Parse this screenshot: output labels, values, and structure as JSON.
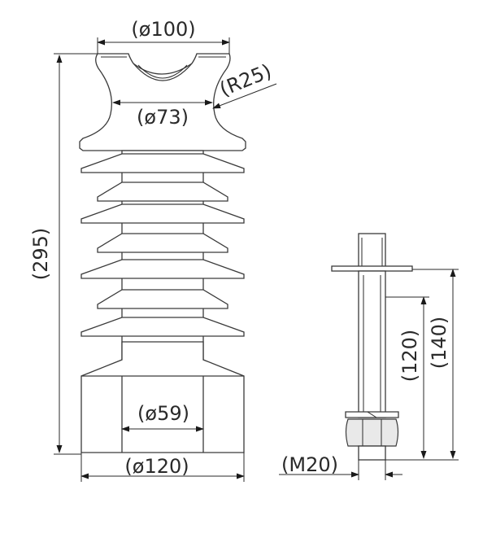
{
  "dimensions": {
    "top_diameter": "(ø100)",
    "groove_radius": "(R25)",
    "neck_diameter": "(ø73)",
    "total_height": "(295)",
    "bore_diameter": "(ø59)",
    "base_diameter": "(ø120)",
    "bolt_thread": "(M20)",
    "bolt_length_inner": "(120)",
    "bolt_length_outer": "(140)"
  },
  "colors": {
    "line": "#3a3a3a",
    "text": "#2a2a2a",
    "background": "#ffffff"
  }
}
